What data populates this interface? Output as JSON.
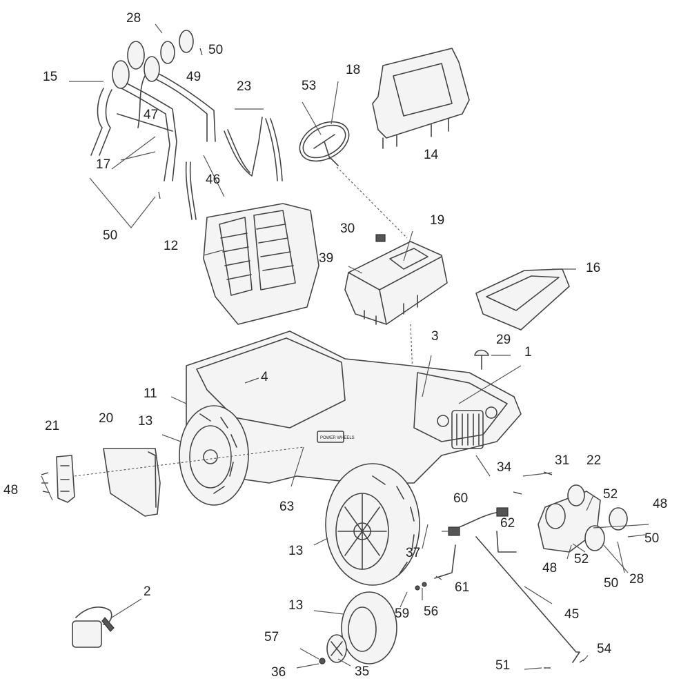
{
  "callouts": [
    {
      "id": "c28a",
      "text": "28"
    },
    {
      "id": "c50a",
      "text": "50"
    },
    {
      "id": "c15",
      "text": "15"
    },
    {
      "id": "c49",
      "text": "49"
    },
    {
      "id": "c47",
      "text": "47"
    },
    {
      "id": "c17",
      "text": "17"
    },
    {
      "id": "c50b",
      "text": "50"
    },
    {
      "id": "c23",
      "text": "23"
    },
    {
      "id": "c46",
      "text": "46"
    },
    {
      "id": "c53",
      "text": "53"
    },
    {
      "id": "c18",
      "text": "18"
    },
    {
      "id": "c14",
      "text": "14"
    },
    {
      "id": "c12",
      "text": "12"
    },
    {
      "id": "c30",
      "text": "30"
    },
    {
      "id": "c19",
      "text": "19"
    },
    {
      "id": "c39",
      "text": "39"
    },
    {
      "id": "c16",
      "text": "16"
    },
    {
      "id": "c3",
      "text": "3"
    },
    {
      "id": "c29",
      "text": "29"
    },
    {
      "id": "c1",
      "text": "1"
    },
    {
      "id": "c4",
      "text": "4"
    },
    {
      "id": "c11",
      "text": "11"
    },
    {
      "id": "c21",
      "text": "21"
    },
    {
      "id": "c20",
      "text": "20"
    },
    {
      "id": "c13a",
      "text": "13"
    },
    {
      "id": "c48a",
      "text": "48"
    },
    {
      "id": "c31",
      "text": "31"
    },
    {
      "id": "c22",
      "text": "22"
    },
    {
      "id": "c52a",
      "text": "52"
    },
    {
      "id": "c48b",
      "text": "48"
    },
    {
      "id": "c34",
      "text": "34"
    },
    {
      "id": "c63",
      "text": "63"
    },
    {
      "id": "c60",
      "text": "60"
    },
    {
      "id": "c62",
      "text": "62"
    },
    {
      "id": "c50c",
      "text": "50"
    },
    {
      "id": "c13b",
      "text": "13"
    },
    {
      "id": "c37",
      "text": "37"
    },
    {
      "id": "c48c",
      "text": "48"
    },
    {
      "id": "c52b",
      "text": "52"
    },
    {
      "id": "c28b",
      "text": "28"
    },
    {
      "id": "c50d",
      "text": "50"
    },
    {
      "id": "c61",
      "text": "61"
    },
    {
      "id": "c2",
      "text": "2"
    },
    {
      "id": "c13c",
      "text": "13"
    },
    {
      "id": "c59",
      "text": "59"
    },
    {
      "id": "c56",
      "text": "56"
    },
    {
      "id": "c45",
      "text": "45"
    },
    {
      "id": "c57",
      "text": "57"
    },
    {
      "id": "c54",
      "text": "54"
    },
    {
      "id": "c51",
      "text": "51"
    },
    {
      "id": "c36",
      "text": "36"
    },
    {
      "id": "c35",
      "text": "35"
    }
  ],
  "label_plate_text": "POWER WHEELS"
}
